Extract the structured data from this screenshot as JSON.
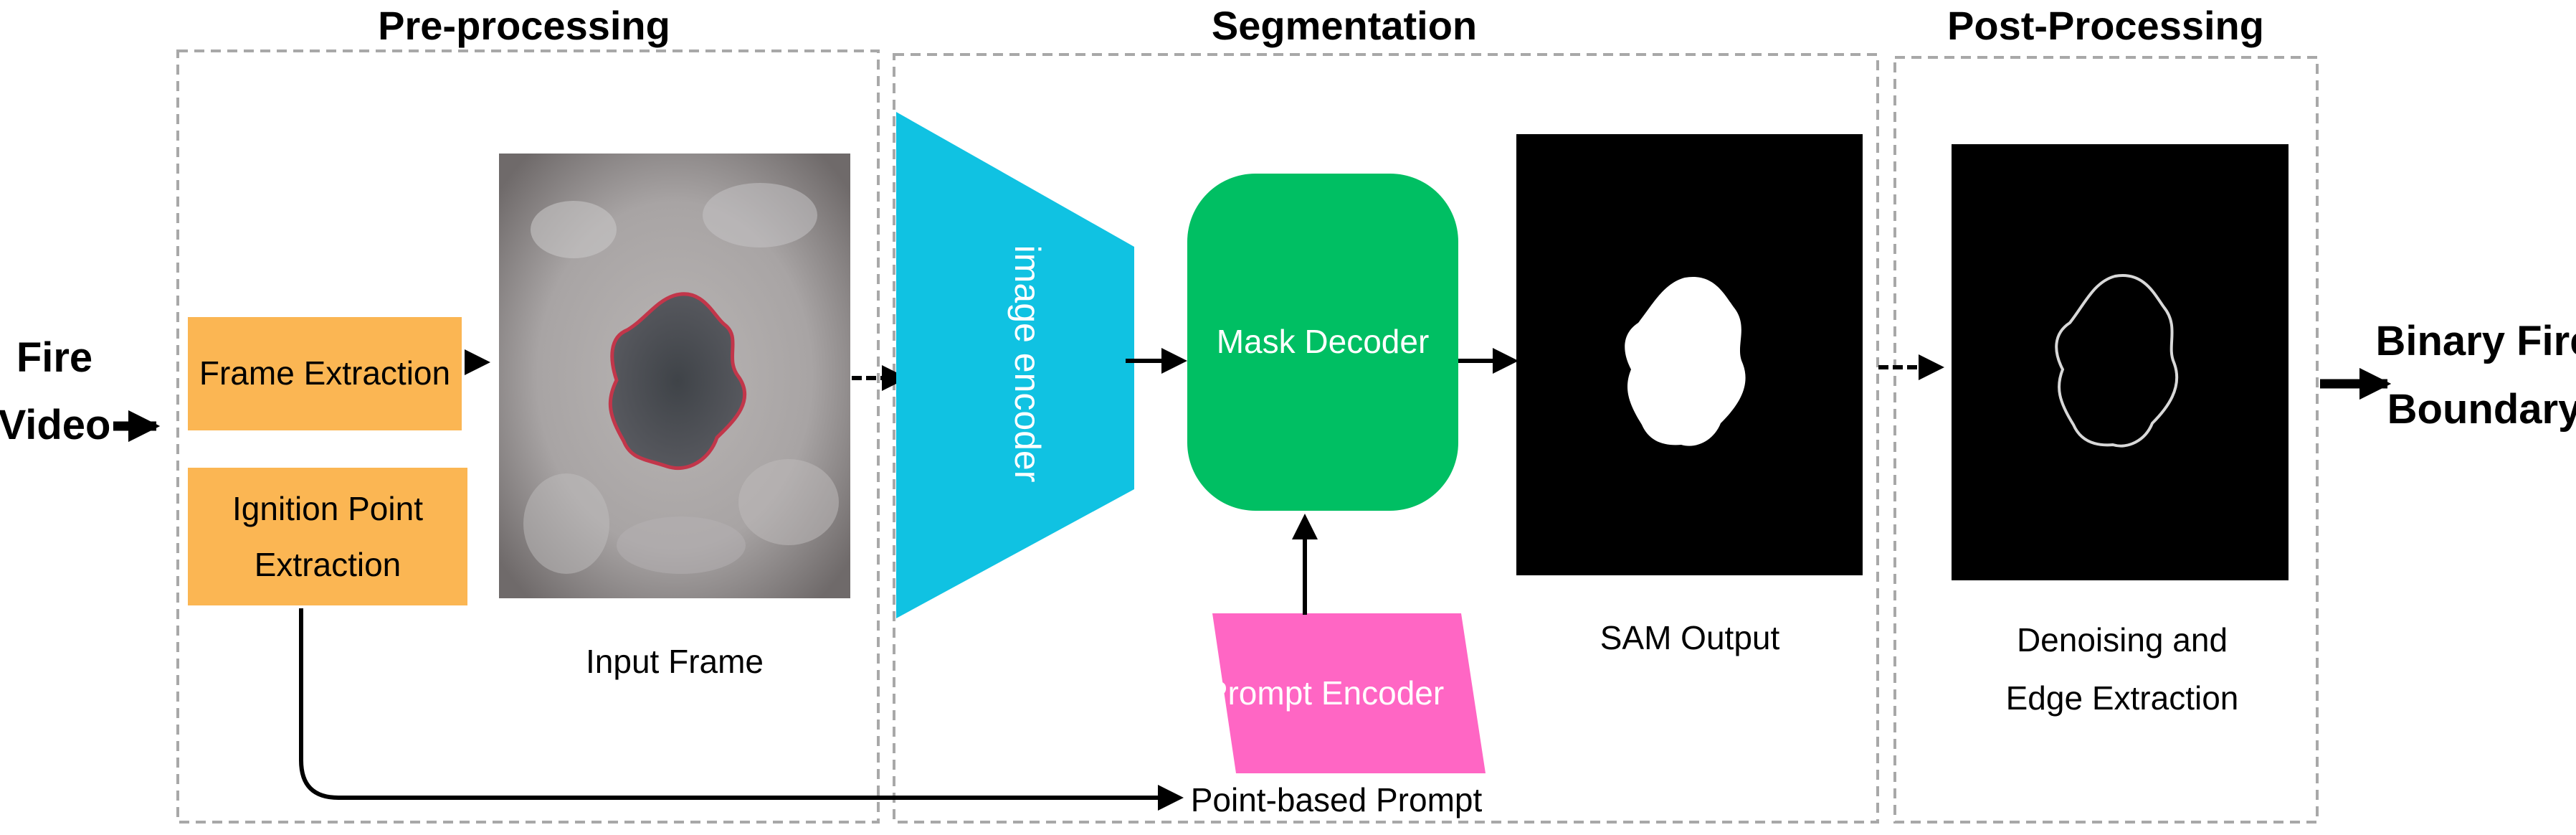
{
  "stages": {
    "preprocessing": "Pre-processing",
    "segmentation": "Segmentation",
    "postprocessing": "Post-Processing"
  },
  "input": {
    "line1": "Fire",
    "line2": "Video"
  },
  "preprocessing": {
    "frame_extraction": "Frame Extraction",
    "ignition_line1": "Ignition Point",
    "ignition_line2": "Extraction",
    "input_frame_caption": "Input Frame"
  },
  "segmentation": {
    "image_encoder": "image encoder",
    "mask_decoder": "Mask Decoder",
    "prompt_encoder": "Prompt Encoder",
    "point_prompt": "Point-based Prompt",
    "sam_output_caption": "SAM Output"
  },
  "postprocessing": {
    "caption_line1": "Denoising and",
    "caption_line2": "Edge Extraction"
  },
  "output": {
    "line1": "Binary Fire",
    "line2": "Boundary"
  },
  "colors": {
    "orange_box": "#FBB653",
    "encoder_cyan": "#10C2E2",
    "decoder_green": "#00BF63",
    "prompt_pink": "#FF66C4",
    "fire_edge": "#C2364A"
  },
  "icons": [
    "arrow-right-icon"
  ]
}
